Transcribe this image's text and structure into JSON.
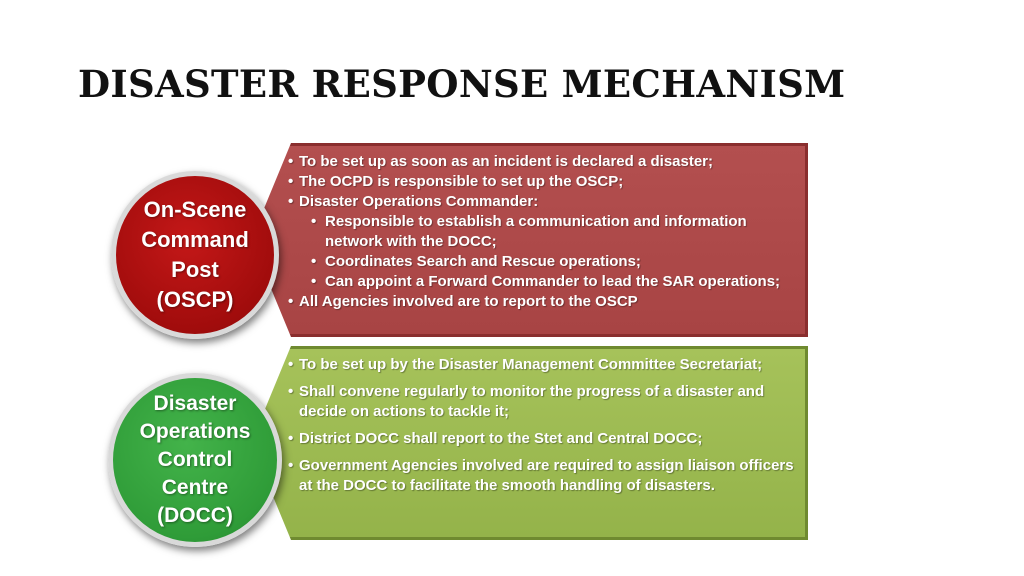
{
  "title": "DISASTER RESPONSE MECHANISM",
  "oscp": {
    "circle_label": "On-Scene\nCommand\nPost\n(OSCP)",
    "color": "#a10c0c",
    "panel_color": "#b34f4f",
    "items": [
      "To be set up as soon as an incident is declared a disaster;",
      "The OCPD is responsible to set up the OSCP;",
      "Disaster Operations Commander:"
    ],
    "sub_items": [
      "Responsible to establish a communication and information network with the DOCC;",
      "Coordinates Search and Rescue operations;",
      "Can appoint a Forward Commander to lead the SAR operations;"
    ],
    "last_item": "All Agencies involved are to report to the OSCP"
  },
  "docc": {
    "circle_label": "Disaster\nOperations\nControl\nCentre\n(DOCC)",
    "color": "#2f9c38",
    "panel_color": "#a6c25a",
    "items": [
      "To be set up by the Disaster Management Committee Secretariat;",
      "Shall convene regularly to monitor the progress of a disaster and decide on actions to tackle it;",
      "District DOCC shall report to the Stet and Central DOCC;",
      "Government Agencies involved are required to assign liaison officers at the DOCC to facilitate the smooth handling of disasters."
    ]
  }
}
